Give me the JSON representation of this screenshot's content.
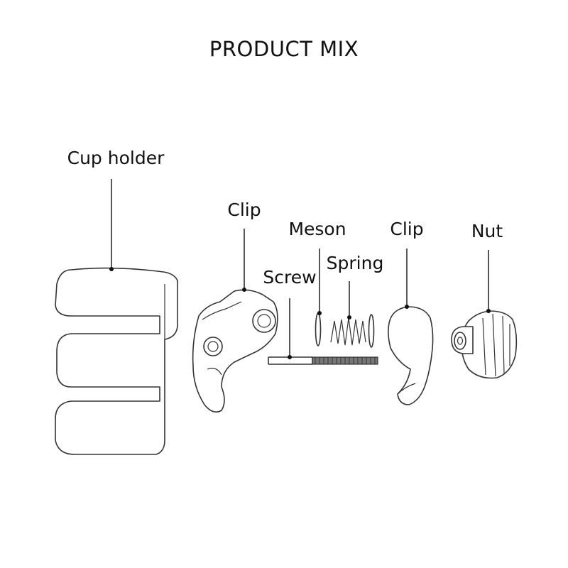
{
  "title": "PRODUCT MIX",
  "labels": {
    "cup_holder": "Cup holder",
    "clip_left": "Clip",
    "meson": "Meson",
    "spring": "Spring",
    "screw": "Screw",
    "clip_right": "Clip",
    "nut": "Nut"
  }
}
